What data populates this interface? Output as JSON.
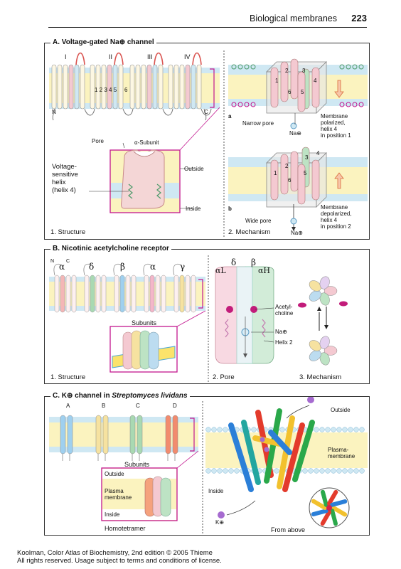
{
  "header": {
    "title": "Biological membranes",
    "page_number": "223"
  },
  "panel_a": {
    "title": "A. Voltage-gated Na⊕ channel",
    "domains": [
      "I",
      "II",
      "III",
      "IV"
    ],
    "helix_numbers": "1 2 3 4 5",
    "helix_six": "6",
    "n_terminus": "N",
    "c_terminus": "C",
    "pore": "Pore",
    "alpha_subunit": "α-Subunit",
    "voltage_sensitive_helix": [
      "Voltage-",
      "sensitive",
      "helix",
      "(helix 4)"
    ],
    "outside": "Outside",
    "inside": "Inside",
    "structure_caption": "1. Structure",
    "mechanism_caption": "2. Mechanism",
    "state_a": "a",
    "state_b": "b",
    "narrow_pore": "Narrow pore",
    "wide_pore": "Wide pore",
    "na_ion": "Na⊕",
    "polarized": [
      "Membrane",
      "polarized,",
      "helix 4",
      "in position 1"
    ],
    "depolarized": [
      "Membrane",
      "depolarized,",
      "helix 4",
      "in position 2"
    ],
    "helix_labels_top": [
      "2",
      "3",
      "1",
      "4",
      "6",
      "5"
    ],
    "helix_labels_bottom": [
      "3",
      "4",
      "2",
      "1",
      "5",
      "6"
    ]
  },
  "panel_b": {
    "title": "B. Nicotinic acetylcholine receptor",
    "n_terminus": "N",
    "c_terminus": "C",
    "subunit_letters": [
      "α",
      "δ",
      "β",
      "α",
      "γ"
    ],
    "subunits": "Subunits",
    "pore_letters": [
      "δ",
      "β"
    ],
    "alpha_l": "αL",
    "alpha_h": "αH",
    "acetylcholine": [
      "Acetyl-",
      "choline"
    ],
    "na_ion": "Na⊕",
    "helix2": "Helix 2",
    "structure_caption": "1. Structure",
    "pore_caption": "2. Pore",
    "mechanism_caption": "3. Mechanism"
  },
  "panel_c": {
    "title_prefix": "C. K⊕ channel in ",
    "title_species": "Streptomyces lividans",
    "subunit_letters": [
      "A",
      "B",
      "C",
      "D"
    ],
    "subunits": "Subunits",
    "outside_box": "Outside",
    "plasma_membrane_box": [
      "Plasma",
      "membrane"
    ],
    "inside_box": "Inside",
    "homotetramer": "Homotetramer",
    "outside": "Outside",
    "plasma_membrane": [
      "Plasma-",
      "membrane"
    ],
    "inside": "Inside",
    "k_ion": "K⊕",
    "from_above": "From above"
  },
  "footer": {
    "line1": "Koolman, Color Atlas of Biochemistry, 2nd edition © 2005 Thieme",
    "line2": "All rights reserved. Usage subject to terms and conditions of license."
  },
  "colors": {
    "membrane": "#fbf3bf",
    "membrane_band": "#cfe8f3",
    "frame": "#c2168f",
    "red_helix": "#d9534f",
    "pink": "#f4b6c2",
    "green": "#7fc28e",
    "blue": "#8ec5e6"
  }
}
